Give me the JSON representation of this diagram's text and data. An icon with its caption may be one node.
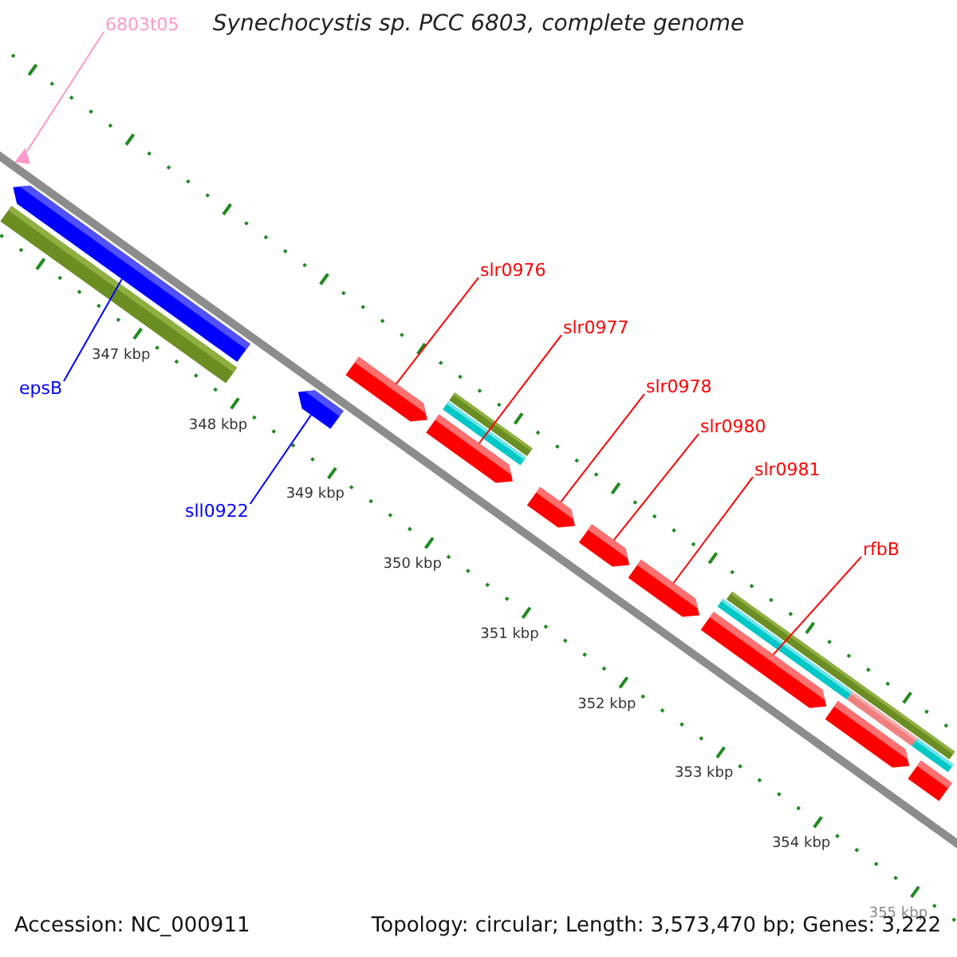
{
  "diagram": {
    "title": "Synechocystis sp. PCC 6803, complete genome",
    "nodes": [
      {
        "text": [
          "6803t05"
        ]
      },
      {
        "text": [],
        "shape": "triangle"
      },
      {
        "text": [
          "epsB"
        ]
      },
      {
        "text": [],
        "shape": "bar"
      },
      {
        "text": [
          "sll0922"
        ]
      },
      {
        "text": [],
        "shape": "bar"
      },
      {
        "text": [
          "slr0976"
        ]
      },
      {
        "text": [],
        "shape": "bar"
      },
      {
        "text": [
          "slr0977"
        ]
      },
      {
        "text": [],
        "shape": "bar"
      },
      {
        "text": [
          "slr0978"
        ]
      },
      {
        "text": [],
        "shape": "bar"
      },
      {
        "text": [
          "slr0980"
        ]
      },
      {
        "text": [],
        "shape": "bar"
      },
      {
        "text": [
          "slr0981"
        ]
      },
      {
        "text": [],
        "shape": "bar"
      },
      {
        "text": [
          "rfbB"
        ]
      },
      {
        "text": [],
        "shape": "bar"
      },
      {
        "text": [],
        "shape": "bar"
      },
      {
        "text": [],
        "shape": "bar"
      },
      {
        "text": [],
        "shape": "bar"
      },
      {
        "text": [],
        "shape": "bar"
      },
      {
        "text": [],
        "shape": "bar"
      },
      {
        "text": [],
        "shape": "bar"
      },
      {
        "text": [],
        "shape": "bar"
      },
      {
        "text": [],
        "shape": "bar"
      },
      {
        "text": [],
        "shape": "bar"
      }
    ],
    "edges": [
      {
        "from": 0,
        "to": 1,
        "arrow": "none",
        "color": "#ff99cc"
      },
      {
        "from": 2,
        "to": 3,
        "arrow": "none",
        "color": "#0000ff"
      },
      {
        "from": 4,
        "to": 5,
        "arrow": "none",
        "color": "#0000ff"
      },
      {
        "from": 6,
        "to": 7,
        "arrow": "none"
      },
      {
        "from": 8,
        "to": 9,
        "arrow": "none"
      },
      {
        "from": 10,
        "to": 11,
        "arrow": "none"
      },
      {
        "from": 12,
        "to": 13,
        "arrow": "none"
      },
      {
        "from": 14,
        "to": 15,
        "arrow": "none"
      },
      {
        "from": 16,
        "to": 17,
        "arrow": "none"
      }
    ],
    "labels": [
      "347 kbp",
      "348 kbp",
      "349 kbp",
      "350 kbp",
      "351 kbp",
      "352 kbp",
      "353 kbp",
      "354 kbp",
      "355 kbp",
      "Accession: NC_000911",
      "Topology: circular; Length: 3,573,470 bp; Genes: 3,222"
    ]
  }
}
